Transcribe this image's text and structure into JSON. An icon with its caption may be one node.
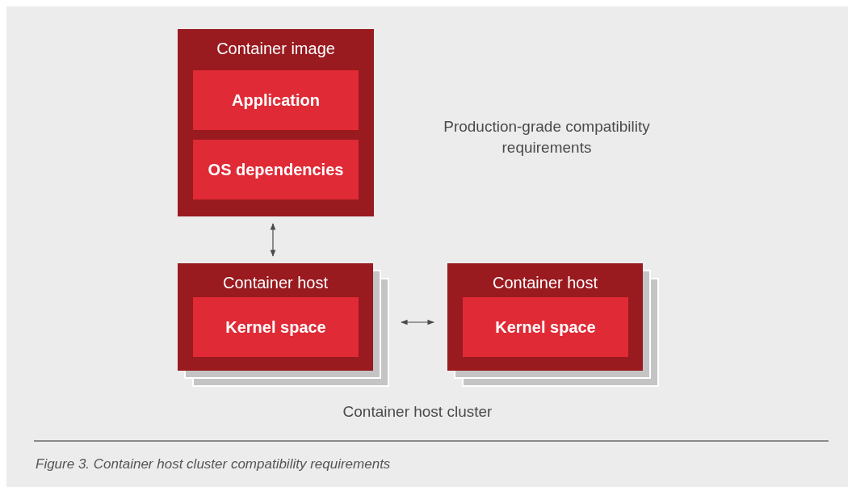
{
  "diagram": {
    "caption": "Figure 3. Container host cluster compatibility requirements",
    "nodes": [
      {
        "text": [
          "Container image"
        ]
      },
      {
        "text": [
          "Application"
        ],
        "in": 0
      },
      {
        "text": [
          "OS dependencies"
        ],
        "in": 0
      },
      {
        "text": [
          "Container host"
        ]
      },
      {
        "text": [
          "Kernel space"
        ],
        "in": 3
      },
      {
        "text": [
          "Container host"
        ]
      },
      {
        "text": [
          "Kernel space"
        ],
        "in": 5
      }
    ],
    "edges": [
      {
        "from": 0,
        "to": 3,
        "arrow": "both"
      },
      {
        "from": 3,
        "to": 5,
        "arrow": "both"
      }
    ],
    "labels": [
      "Production-grade compatibility requirements",
      "Container host cluster"
    ]
  }
}
